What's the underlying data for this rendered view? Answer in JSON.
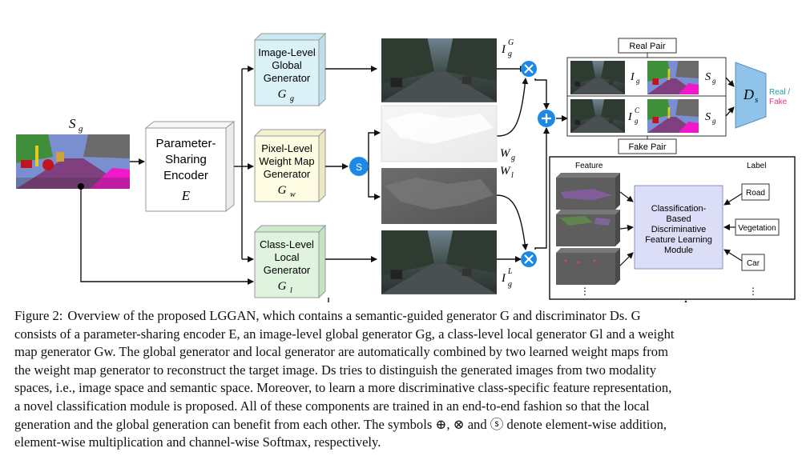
{
  "figure": {
    "input_label": "S",
    "input_sub": "g",
    "encoder": {
      "lines": [
        "Parameter-",
        "Sharing",
        "Encoder"
      ],
      "symbol": "E"
    },
    "global_gen": {
      "lines": [
        "Image-Level",
        "Global",
        "Generator"
      ],
      "symbol": "G",
      "sub": "g"
    },
    "weight_gen": {
      "lines": [
        "Pixel-Level",
        "Weight Map",
        "Generator"
      ],
      "symbol": "G",
      "sub": "w"
    },
    "local_gen": {
      "lines": [
        "Class-Level",
        "Local",
        "Generator"
      ],
      "symbol": "G",
      "sub": "l"
    },
    "softmax_symbol": "S",
    "out_global": {
      "main": "I",
      "sub": "g",
      "sup": "G"
    },
    "out_local": {
      "main": "I",
      "sub": "g",
      "sup": "L"
    },
    "weight_g": {
      "main": "W",
      "sub": "g"
    },
    "weight_l": {
      "main": "W",
      "sub": "l"
    },
    "real_pair": "Real Pair",
    "fake_pair": "Fake Pair",
    "real_img": {
      "main": "I",
      "sub": "g"
    },
    "fake_img": {
      "main": "I",
      "sub": "g",
      "sup": "C"
    },
    "seg_top": {
      "main": "S",
      "sub": "g"
    },
    "seg_bottom": {
      "main": "S",
      "sub": "g"
    },
    "discriminator": {
      "main": "D",
      "sub": "s"
    },
    "real_label": "Real /",
    "fake_label": "Fake",
    "feature_label": "Feature",
    "label_label": "Label",
    "classification_module": [
      "Classification-",
      "Based",
      "Discriminative",
      "Feature Learning",
      "Module"
    ],
    "labels": [
      "Road",
      "Vegetation",
      "Car"
    ],
    "ellipsis": "⋮",
    "colors": {
      "global_fill": "#d9f1f7",
      "weight_fill": "#fdfbe2",
      "local_fill": "#dff3df",
      "op_blue": "#1e88e5",
      "disc_fill": "#8fc3ea",
      "module_fill": "#dcddf7",
      "real_text": "#1a9e9e",
      "fake_text": "#e03a7a"
    }
  },
  "caption": {
    "label": "Figure 2:",
    "lines": [
      "Overview of the proposed LGGAN, which contains a semantic-guided generator G and discriminator Ds. G",
      "consists of a parameter-sharing encoder E, an image-level global generator Gg, a class-level local generator Gl and a weight",
      "map generator Gw. The global generator and local generator are automatically combined by two learned weight maps from",
      "the weight map generator to reconstruct the target image. Ds tries to distinguish the generated images from two modality",
      "spaces, i.e., image space and semantic space. Moreover, to learn a more discriminative class-specific feature representation,",
      "a novel classification module is proposed. All of these components are trained in an end-to-end fashion so that the local",
      "generation and the global generation can benefit from each other. The symbols ⊕, ⊗ and ⓢ denote element-wise addition,",
      "element-wise multiplication and channel-wise Softmax, respectively."
    ]
  }
}
